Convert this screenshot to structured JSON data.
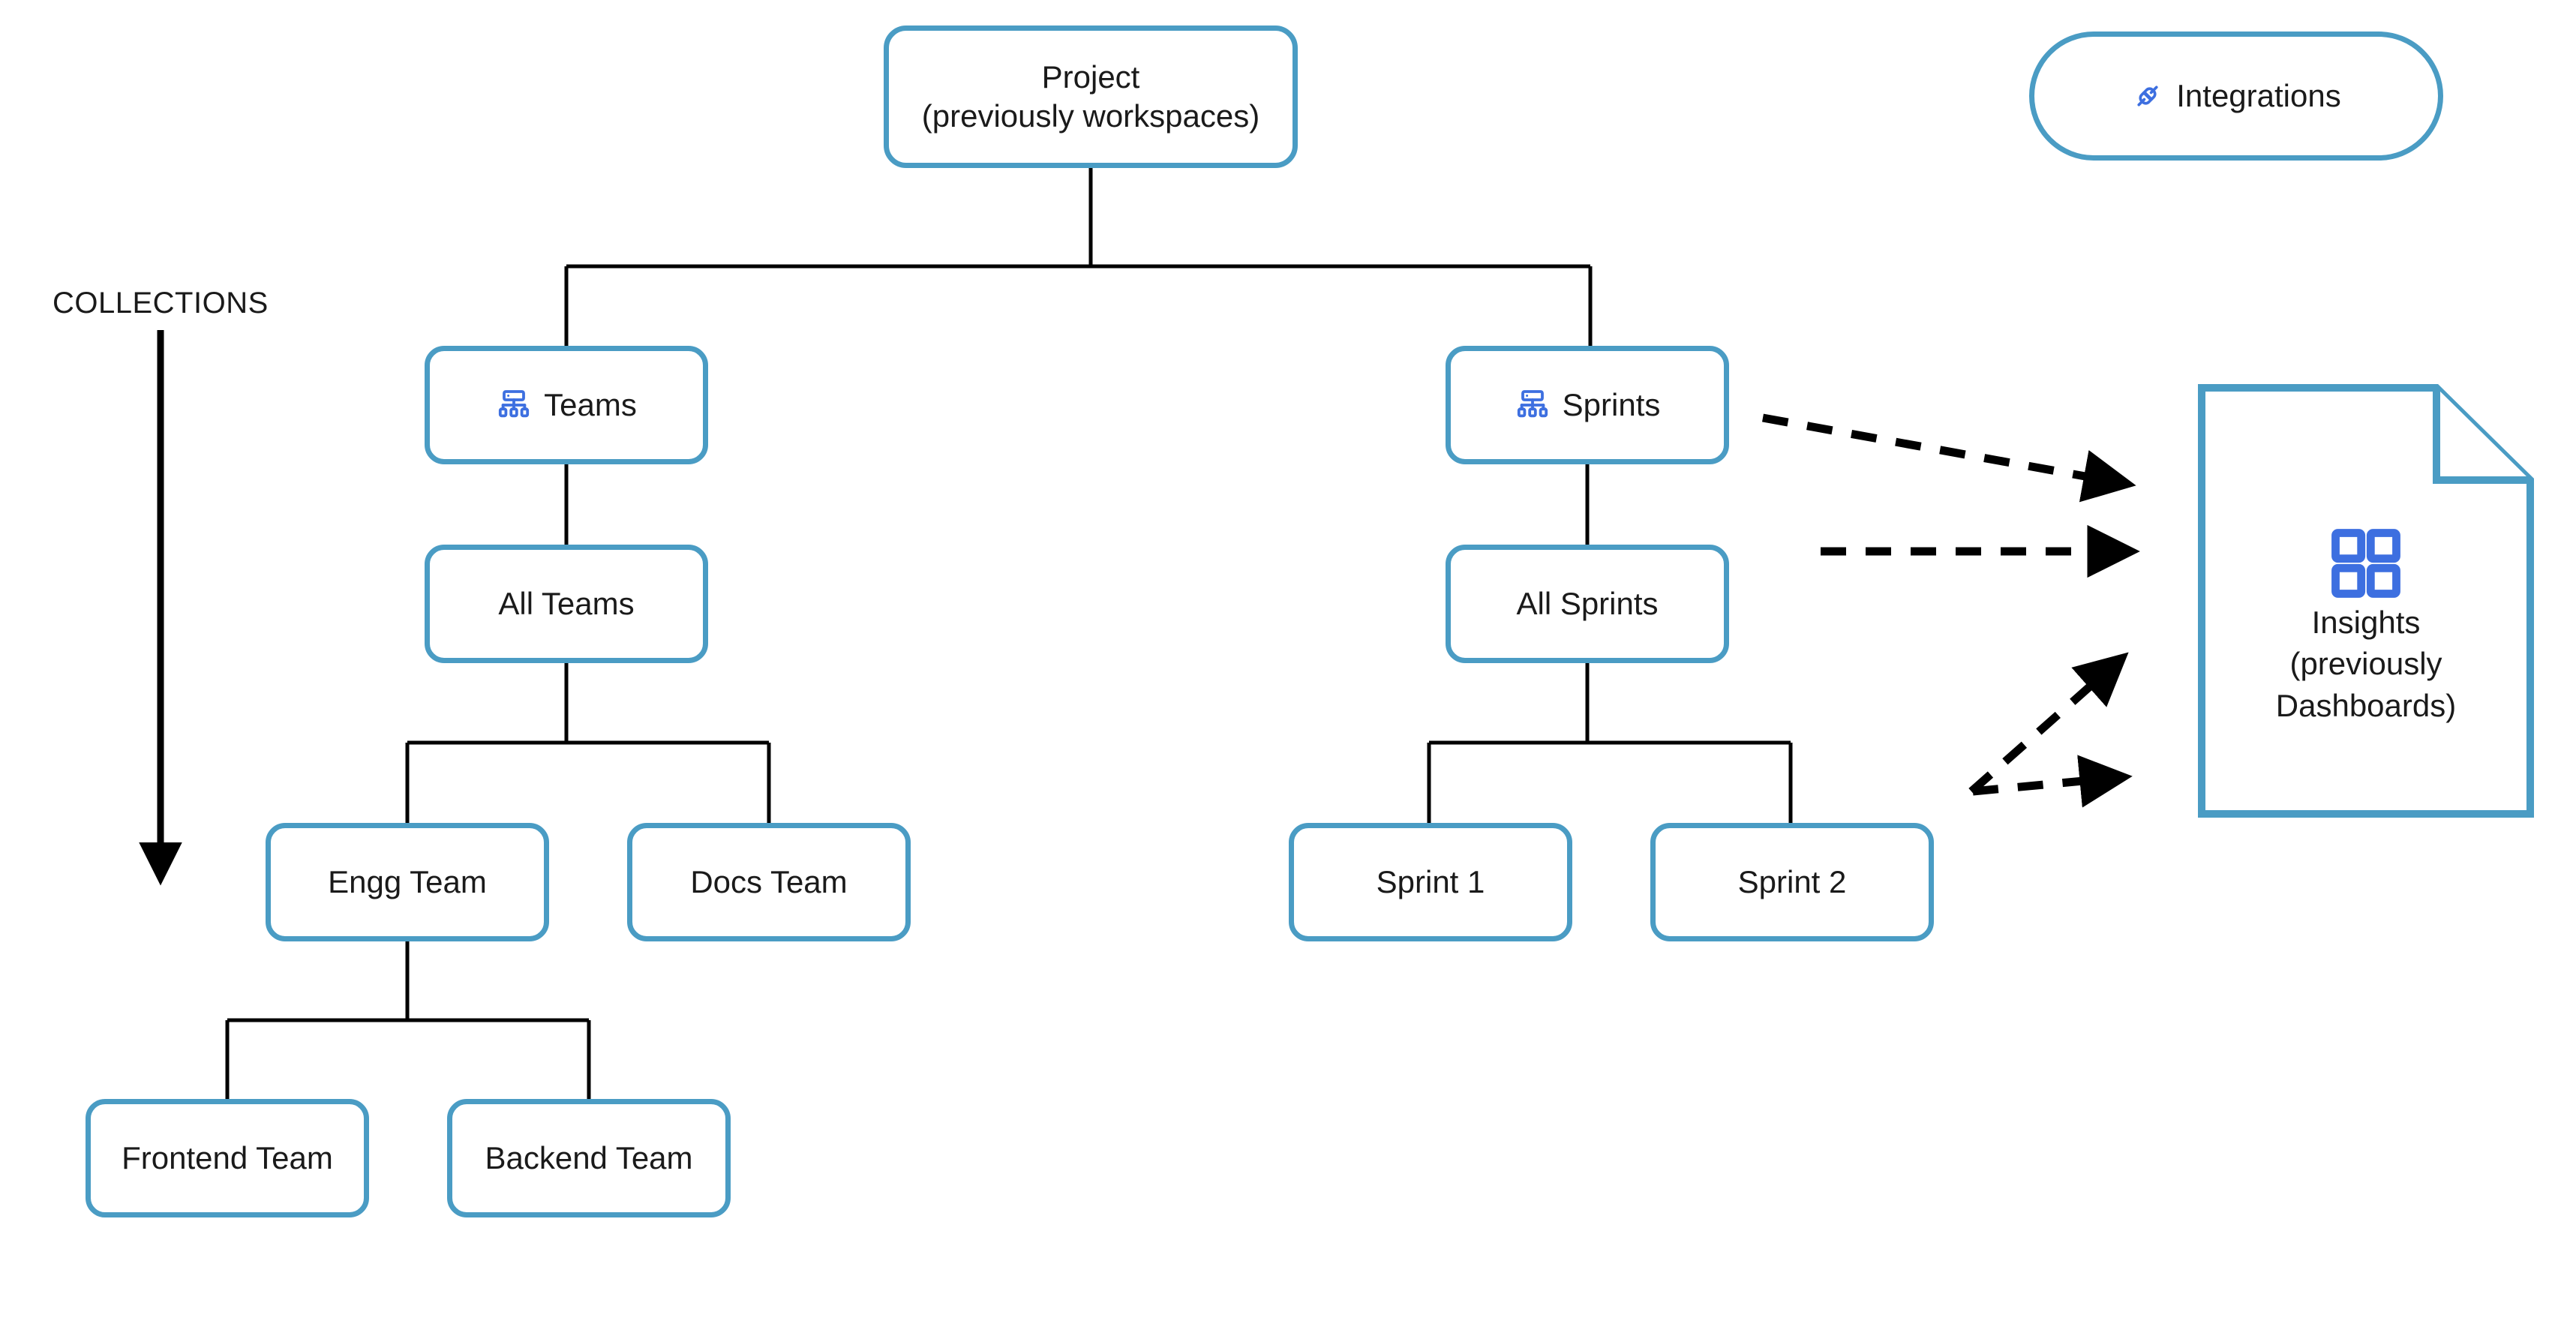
{
  "diagram": {
    "title_label": "COLLECTIONS",
    "accent_color": "#4A9CC4",
    "icon_color": "#3D6FE0",
    "line_color": "#000000",
    "background": "#ffffff"
  },
  "nodes": {
    "project": {
      "label": "Project\n(previously workspaces)",
      "shape": "rounded-rect"
    },
    "integrations": {
      "label": "Integrations",
      "shape": "pill",
      "icon": "plug-connector-icon"
    },
    "teams": {
      "label": "Teams",
      "shape": "rounded-rect",
      "icon": "hierarchy-icon"
    },
    "sprints": {
      "label": "Sprints",
      "shape": "rounded-rect",
      "icon": "hierarchy-icon"
    },
    "all_teams": {
      "label": "All Teams",
      "shape": "rounded-rect"
    },
    "all_sprints": {
      "label": "All Sprints",
      "shape": "rounded-rect"
    },
    "engg_team": {
      "label": "Engg Team",
      "shape": "rounded-rect"
    },
    "docs_team": {
      "label": "Docs Team",
      "shape": "rounded-rect"
    },
    "sprint_1": {
      "label": "Sprint 1",
      "shape": "rounded-rect"
    },
    "sprint_2": {
      "label": "Sprint 2",
      "shape": "rounded-rect"
    },
    "frontend_team": {
      "label": "Frontend Team",
      "shape": "rounded-rect"
    },
    "backend_team": {
      "label": "Backend Team",
      "shape": "rounded-rect"
    },
    "insights": {
      "label": "Insights\n(previously\nDashboards)",
      "shape": "document-folded-corner",
      "icon": "dashboard-grid-icon"
    }
  },
  "chart_data": {
    "type": "diagram",
    "title": "",
    "edges": [
      {
        "from": "project",
        "to": "teams",
        "style": "solid"
      },
      {
        "from": "project",
        "to": "sprints",
        "style": "solid"
      },
      {
        "from": "teams",
        "to": "all_teams",
        "style": "solid"
      },
      {
        "from": "all_teams",
        "to": "engg_team",
        "style": "solid"
      },
      {
        "from": "all_teams",
        "to": "docs_team",
        "style": "solid"
      },
      {
        "from": "engg_team",
        "to": "frontend_team",
        "style": "solid"
      },
      {
        "from": "engg_team",
        "to": "backend_team",
        "style": "solid"
      },
      {
        "from": "sprints",
        "to": "all_sprints",
        "style": "solid"
      },
      {
        "from": "all_sprints",
        "to": "sprint_1",
        "style": "solid"
      },
      {
        "from": "all_sprints",
        "to": "sprint_2",
        "style": "solid"
      },
      {
        "from": "sprints",
        "to": "insights",
        "style": "dashed-arrow"
      },
      {
        "from": "all_sprints",
        "to": "insights",
        "style": "dashed-arrow"
      },
      {
        "from": "sprint_region",
        "to": "insights",
        "style": "dashed-arrow"
      }
    ],
    "annotations": [
      {
        "text": "COLLECTIONS",
        "kind": "axis-label",
        "direction": "downward-arrow"
      }
    ]
  }
}
